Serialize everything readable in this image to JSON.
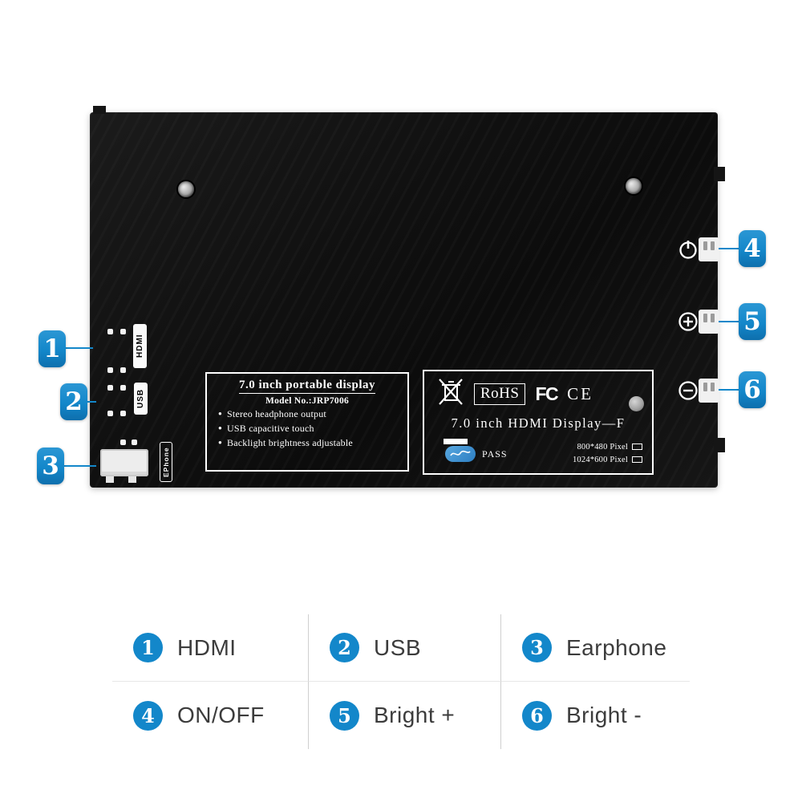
{
  "accent": "#1387ca",
  "device": {
    "port_labels": {
      "hdmi": "HDMI",
      "usb": "USB",
      "ephone": "EPhone"
    },
    "label_left": {
      "title": "7.0 inch portable display",
      "model": "Model No.:JRP7006",
      "features": [
        "Stereo headphone output",
        "USB capacitive touch",
        "Backlight brightness adjustable"
      ]
    },
    "label_right": {
      "rohs": "RoHS",
      "fcc": "FC",
      "ce": "CE",
      "title": "7.0 inch HDMI Display—F",
      "pass_text": "PASS",
      "resolutions": [
        "800*480 Pixel",
        "1024*600 Pixel"
      ]
    }
  },
  "callouts": [
    {
      "num": "1",
      "label": "HDMI"
    },
    {
      "num": "2",
      "label": "USB"
    },
    {
      "num": "3",
      "label": "Earphone"
    },
    {
      "num": "4",
      "label": "ON/OFF"
    },
    {
      "num": "5",
      "label": "Bright +"
    },
    {
      "num": "6",
      "label": "Bright -"
    }
  ]
}
